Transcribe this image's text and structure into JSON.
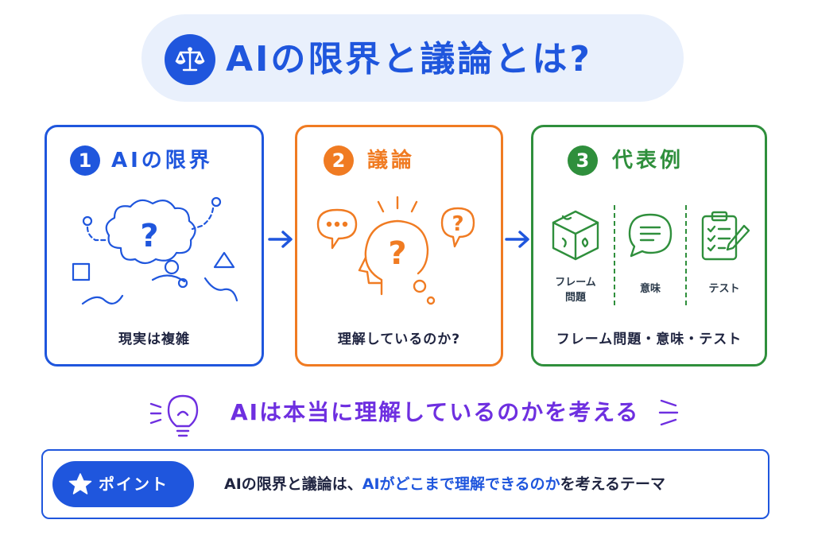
{
  "title": "AIの限界と議論とは?",
  "colors": {
    "blue": "#1f56dd",
    "orange": "#f07b22",
    "green": "#2f8f3c",
    "purple": "#6e2fe0",
    "pale_blue": "#e9f0fc"
  },
  "icons": {
    "title": "scale-icon",
    "card1": "thought-cloud-question-icon",
    "card2": "head-question-speech-icon",
    "insight": "lightbulb-icon",
    "point": "star-icon"
  },
  "cards": [
    {
      "number": "1",
      "heading": "AIの限界",
      "caption": "現実は複雑"
    },
    {
      "number": "2",
      "heading": "議論",
      "caption": "理解しているのか?"
    },
    {
      "number": "3",
      "heading": "代表例",
      "caption": "フレーム問題・意味・テスト",
      "examples": [
        {
          "label_line1": "フレーム",
          "label_line2": "問題",
          "icon": "puzzle-cube-icon"
        },
        {
          "label_line1": "意味",
          "label_line2": "",
          "icon": "speech-bubble-icon"
        },
        {
          "label_line1": "テスト",
          "label_line2": "",
          "icon": "clipboard-pencil-icon"
        }
      ]
    }
  ],
  "insight": "AIは本当に理解しているのかを考える",
  "point": {
    "label": "ポイント",
    "text_before": "AIの限界と議論は、",
    "text_highlight": "AIがどこまで理解できるのか",
    "text_after": "を考えるテーマ"
  }
}
